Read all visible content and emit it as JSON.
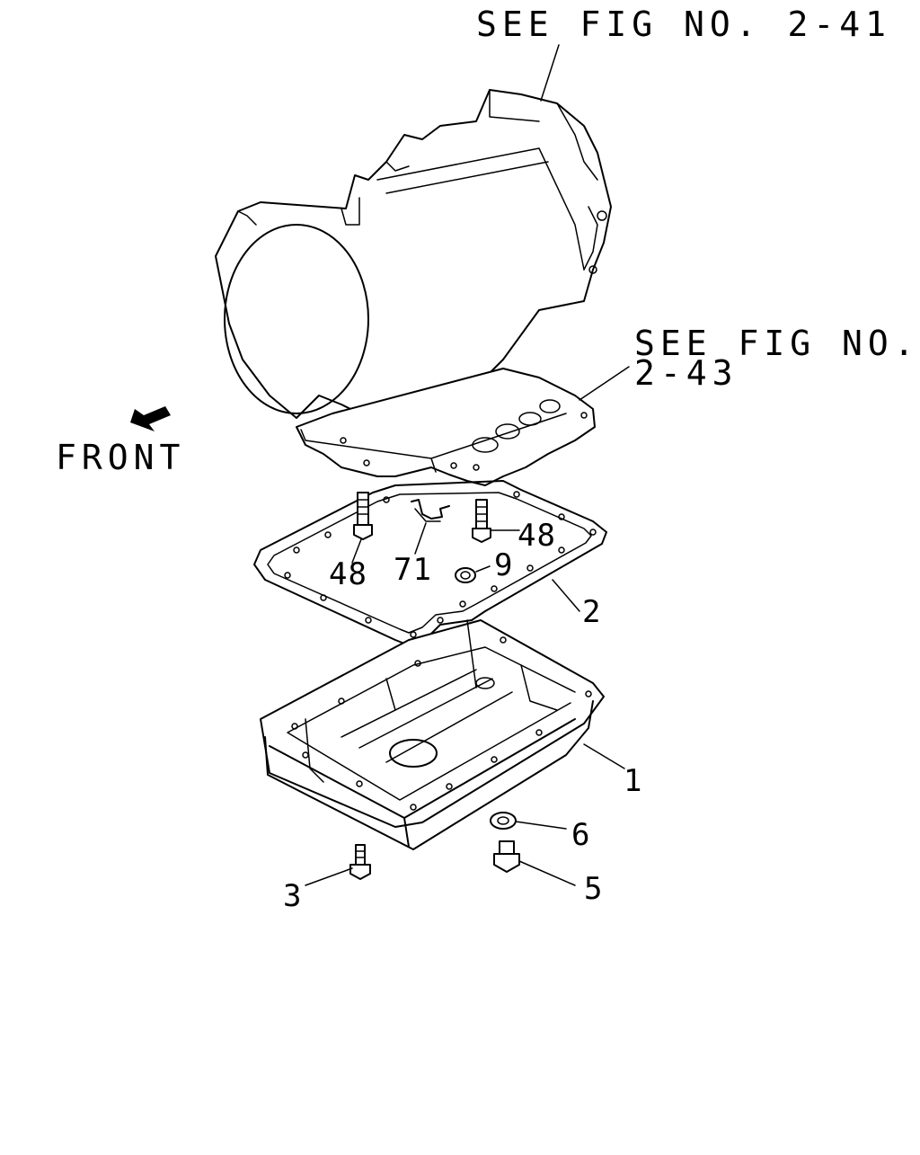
{
  "references": {
    "transmission": "SEE FIG NO. 2-41",
    "valve_body_line1": "SEE FIG NO.",
    "valve_body_line2": "2-43"
  },
  "front_label": "FRONT",
  "callouts": {
    "oil_pan": "1",
    "gasket": "2",
    "pan_bolt": "3",
    "drain_plug": "5",
    "drain_washer": "6",
    "magnet": "9",
    "strainer_bolt_left": "48",
    "strainer_bolt_right": "48",
    "bracket": "71"
  }
}
